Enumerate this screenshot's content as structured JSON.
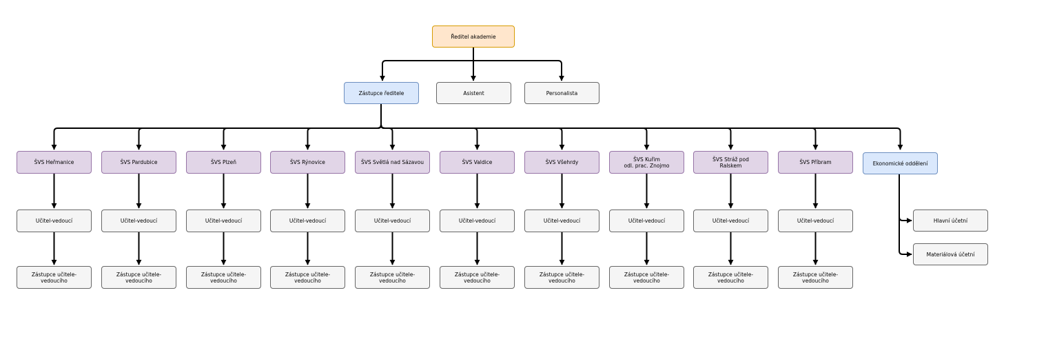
{
  "root": {
    "label": "Ředitel akademie"
  },
  "level2": [
    {
      "id": "zastupce",
      "label": "Zástupce ředitele"
    },
    {
      "id": "asistent",
      "label": "Asistent"
    },
    {
      "id": "personalista",
      "label": "Personalista"
    }
  ],
  "branches": [
    {
      "label": "ŠVS Heřmanice",
      "sub1": "Učitel-vedoucí",
      "sub2": "Zástupce učitele-vedoucího"
    },
    {
      "label": "ŠVS Pardubice",
      "sub1": "Učitel-vedoucí",
      "sub2": "Zástupce učitele-vedoucího"
    },
    {
      "label": "ŠVS Plzeň",
      "sub1": "Učitel-vedoucí",
      "sub2": "Zástupce učitele-vedoucího"
    },
    {
      "label": "ŠVS Rýnovice",
      "sub1": "Učitel-vedoucí",
      "sub2": "Zástupce učitele-vedoucího"
    },
    {
      "label": "ŠVS Světlá nad Sázavou",
      "sub1": "Učitel-vedoucí",
      "sub2": "Zástupce učitele-vedoucího"
    },
    {
      "label": "ŠVS Valdice",
      "sub1": "Učitel-vedoucí",
      "sub2": "Zástupce učitele-vedoucího"
    },
    {
      "label": "ŠVS Všehrdy",
      "sub1": "Učitel-vedoucí",
      "sub2": "Zástupce učitele-vedoucího"
    },
    {
      "label": "ŠVS Kuřim\nodl. prac. Znojmo",
      "sub1": "Učitel-vedoucí",
      "sub2": "Zástupce učitele-vedoucího"
    },
    {
      "label": "ŠVS Stráž pod\nRalskem",
      "sub1": "Učitel-vedoucí",
      "sub2": "Zástupce učitele-vedoucího"
    },
    {
      "label": "ŠVS Příbram",
      "sub1": "Učitel-vedoucí",
      "sub2": "Zástupce učitele-vedoucího"
    }
  ],
  "economic": {
    "label": "Ekonomické oddělení",
    "children": [
      "Hlavní účetní",
      "Materiálová účetní"
    ]
  },
  "colors": {
    "root_fill": "#ffe6cc",
    "root_stroke": "#d79b00",
    "blue_fill": "#dae8fc",
    "blue_stroke": "#6c8ebf",
    "purple_fill": "#e1d5e7",
    "purple_stroke": "#9673a6",
    "gray_fill": "#f5f5f5",
    "gray_stroke": "#666666",
    "edge": "#000000"
  }
}
